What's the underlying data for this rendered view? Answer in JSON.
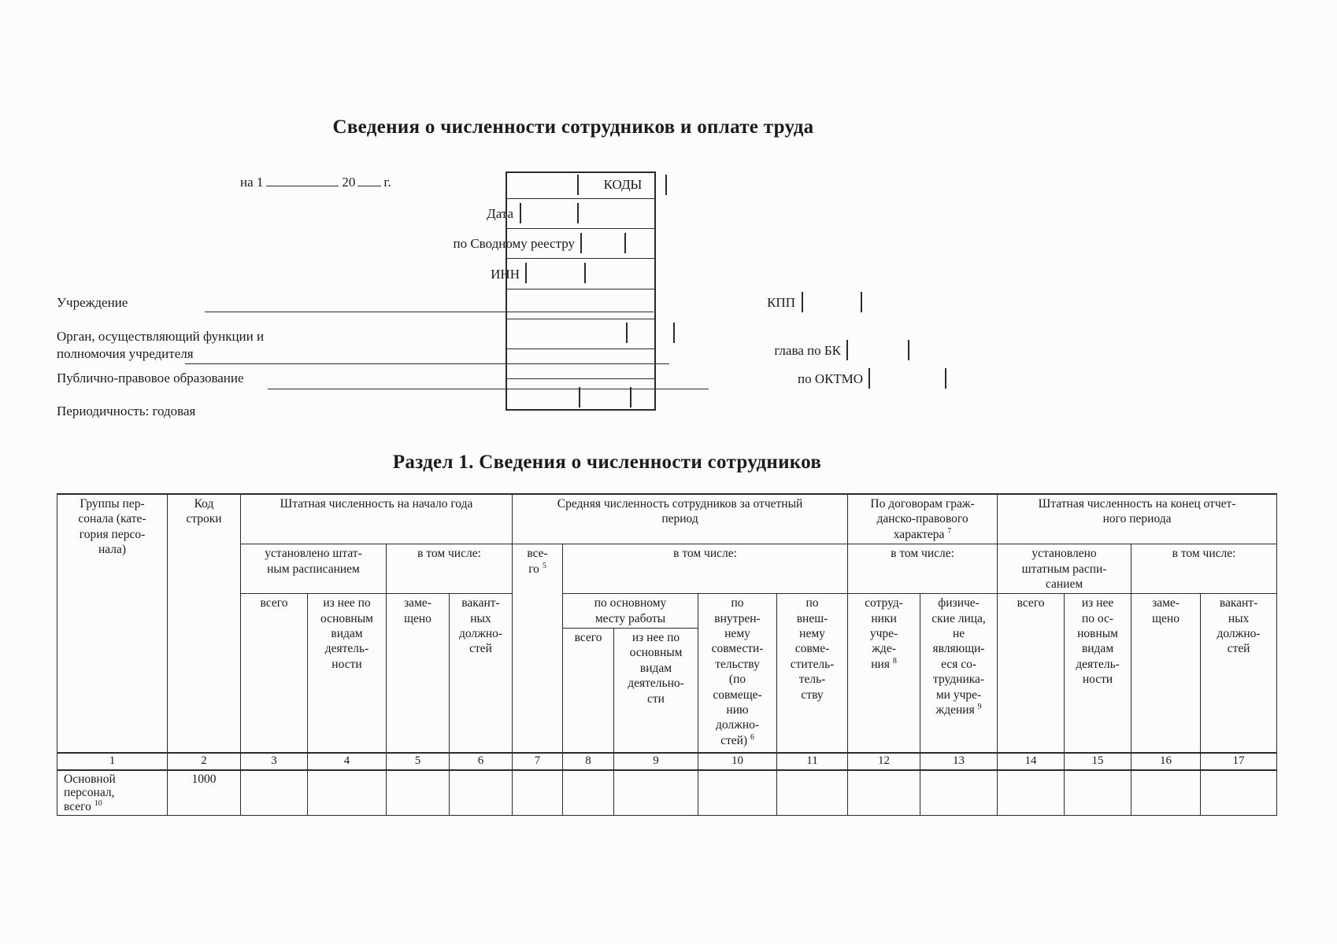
{
  "document": {
    "title": "Сведения о численности сотрудников и оплате труда",
    "date_line": {
      "prefix": "на 1",
      "mid": "20",
      "suffix": "г."
    },
    "codes_box": {
      "kody": "КОДЫ",
      "date_label": "Дата",
      "registry_label": "по Сводному реестру",
      "inn_label": "ИНН",
      "kpp_label": "КПП",
      "bk_label": "глава по БК",
      "oktmo_label": "по ОКТМО"
    },
    "left_fields": {
      "institution": "Учреждение",
      "founder_line1": "Орган, осуществляющий функции и",
      "founder_line2": "полномочия учредителя",
      "public_entity": "Публично-правовое образование",
      "periodicity": "Периодичность: годовая"
    },
    "section": {
      "title": "Раздел 1. Сведения о численности сотрудников"
    }
  },
  "table": {
    "h1": {
      "groups_col": {
        "text": "Группы пер-\nсонала (кате-\nгория персо-\nнала)"
      },
      "code_col": {
        "text": "Код\nстроки"
      },
      "start_year": {
        "text": "Штатная численность на начало года"
      },
      "avg_period": {
        "text": "Средняя численность сотрудников за отчетный\nпериод"
      },
      "civil_contracts": {
        "text": "По договорам граж-\nданско-правового\nхарактера",
        "sup": "7"
      },
      "end_period": {
        "text": "Штатная численность на конец отчет-\nного периода"
      }
    },
    "h2": {
      "start_staffing": {
        "text": "установлено штат-\nным расписанием"
      },
      "start_incl": {
        "text": "в том числе:"
      },
      "avg_total": {
        "text": "все-\nго",
        "sup": "5"
      },
      "avg_incl": {
        "text": "в том числе:"
      },
      "civil_incl": {
        "text": "в том числе:"
      },
      "end_staffing": {
        "text": "установлено\nштатным распи-\nсанием"
      },
      "end_incl": {
        "text": "в том числе:"
      }
    },
    "h3": {
      "c3": {
        "text": "всего"
      },
      "c4": {
        "text": "из нее по\nосновным\nвидам\nдеятель-\nности"
      },
      "c5": {
        "text": "заме-\nщено"
      },
      "c6": {
        "text": "вакант-\nных\nдолжно-\nстей"
      },
      "main_place": {
        "text": "по основному\nместу работы"
      },
      "c10": {
        "text": "по\nвнутрен-\nнему\nсовмести-\nтельству\n(по\nсовмеще-\nнию\nдолжно-\nстей)",
        "sup": "6"
      },
      "c11": {
        "text": "по\nвнеш-\nнему\nсовме-\nститель-\nтель-\nству"
      },
      "c12": {
        "text": "сотруд-\nники\nучре-\nжде-\nния",
        "sup": "8"
      },
      "c13": {
        "text": "физиче-\nские лица,\nне\nявляющи-\nеся со-\nтрудника-\nми учре-\nждения",
        "sup": "9"
      },
      "c14": {
        "text": "всего"
      },
      "c15": {
        "text": "из нее\nпо ос-\nновным\nвидам\nдеятель-\nности"
      },
      "c16": {
        "text": "заме-\nщено"
      },
      "c17": {
        "text": "вакант-\nных\nдолжно-\nстей"
      }
    },
    "h4": {
      "c8": {
        "text": "всего"
      },
      "c9": {
        "text": "из нее по\nосновным\nвидам\nдеятельно-\nсти"
      }
    },
    "col_numbers": [
      "1",
      "2",
      "3",
      "4",
      "5",
      "6",
      "7",
      "8",
      "9",
      "10",
      "11",
      "12",
      "13",
      "14",
      "15",
      "16",
      "17"
    ],
    "rows": [
      {
        "group": {
          "text": "Основной\nперсонал,\nвсего",
          "sup": "10"
        },
        "code": "1000",
        "values": [
          "",
          "",
          "",
          "",
          "",
          "",
          "",
          "",
          "",
          "",
          "",
          "",
          "",
          "",
          ""
        ]
      }
    ]
  }
}
